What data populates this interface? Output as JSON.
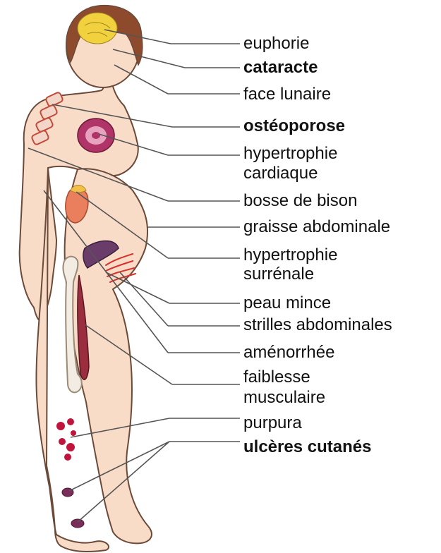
{
  "colors": {
    "skin": "#f9dcc8",
    "outline": "#6b4a3a",
    "hair": "#8e4a2c",
    "brain": "#f1d23e",
    "leader_line": "#555555",
    "heart": "#b03468",
    "kidney": "#e97f5c",
    "adrenal": "#f2c04a",
    "muscle": "#9a2d3e",
    "bone": "#f2ece2",
    "purpura": "#c0143c",
    "ulcer": "#7b2d5a",
    "striae": "#d8302a"
  },
  "labels": {
    "euphorie": "euphorie",
    "cataracte": "cataracte",
    "face_lunaire": "face lunaire",
    "osteoporose": "ostéoporose",
    "hypertrophie_cardiaque_1": "hypertrophie",
    "hypertrophie_cardiaque_2": "cardiaque",
    "bosse_de_bison": "bosse de bison",
    "graisse_abdominale": "graisse abdominale",
    "hypertrophie_surrenale_1": "hypertrophie",
    "hypertrophie_surrenale_2": "surrénale",
    "peau_mince": "peau mince",
    "strilles_abdominales": "strilles abdominales",
    "amenorrhee": "aménorrhée",
    "faiblesse_musculaire_1": "faiblesse",
    "faiblesse_musculaire_2": "musculaire",
    "purpura": "purpura",
    "ulceres_cutanes": "ulcères cutanés"
  }
}
